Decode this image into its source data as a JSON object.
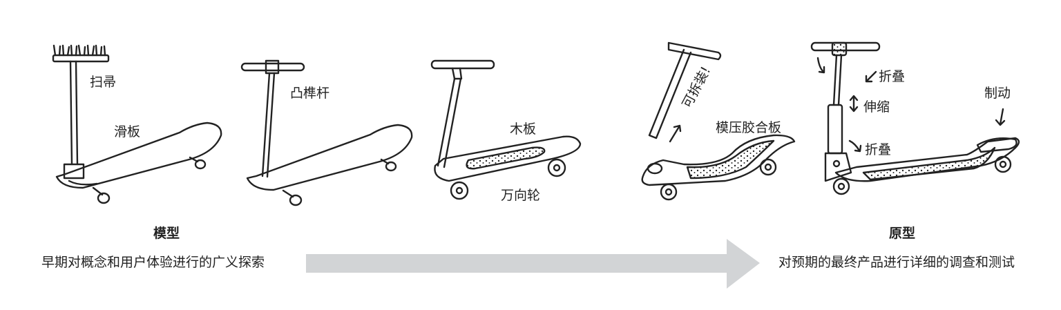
{
  "sketch_labels": {
    "broom": "扫帚",
    "skateboard": "滑板",
    "plunger": "凸榫杆",
    "wood_board": "木板",
    "caster": "万向轮",
    "detachable": "可拆装!",
    "molded_board": "模压胶合板",
    "fold_top": "折叠",
    "telescopic": "伸缩",
    "fold_bottom": "折叠",
    "brake": "制动"
  },
  "model": {
    "title": "模型",
    "description": "早期对概念和用户体验进行的广义探索"
  },
  "prototype": {
    "title": "原型",
    "description": "对预期的最终产品进行详细的调查和测试"
  },
  "colors": {
    "ink": "#222222",
    "arrow_fill": "#d2d4d6",
    "background": "#ffffff"
  }
}
